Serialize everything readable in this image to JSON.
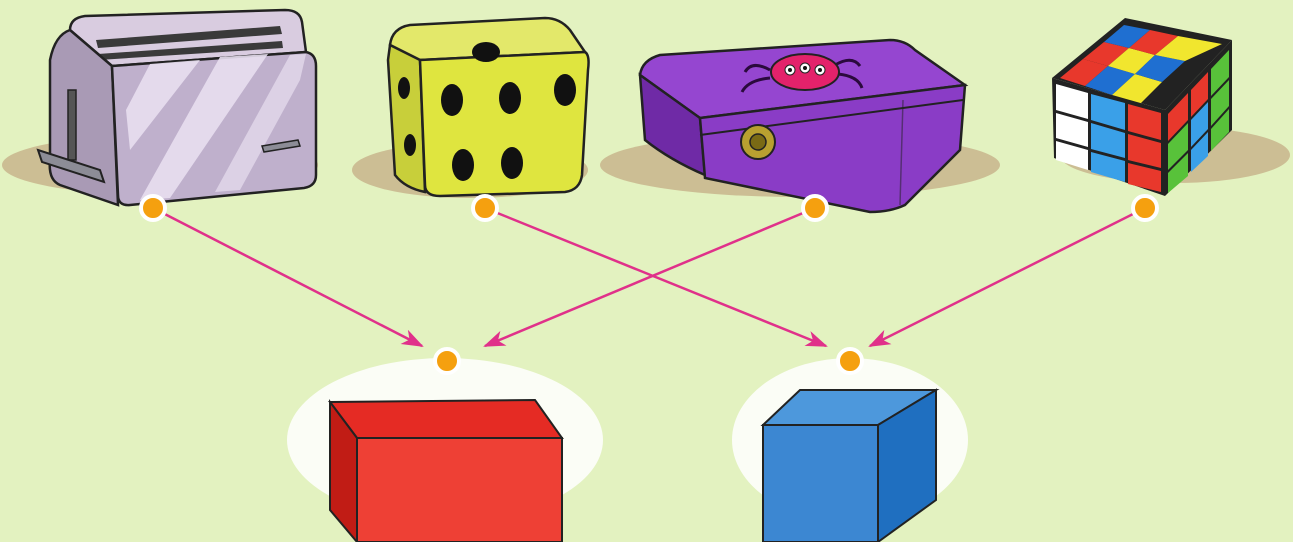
{
  "colors": {
    "background": "#e3f2c0",
    "arrow": "#e0318a",
    "dot": "#f5a00f",
    "cuboid": "#ee3b30",
    "cube": "#3c87d2"
  },
  "objects": [
    {
      "id": "toaster",
      "icon": "toaster-icon",
      "shape": "cuboid"
    },
    {
      "id": "dice",
      "icon": "dice-icon",
      "shape": "cube"
    },
    {
      "id": "spider-box",
      "icon": "spider-box-icon",
      "shape": "cuboid"
    },
    {
      "id": "rubiks-cube",
      "icon": "rubiks-cube-icon",
      "shape": "cube"
    }
  ],
  "shapes": [
    {
      "id": "cuboid",
      "icon": "red-cuboid-icon"
    },
    {
      "id": "cube",
      "icon": "blue-cube-icon"
    }
  ]
}
